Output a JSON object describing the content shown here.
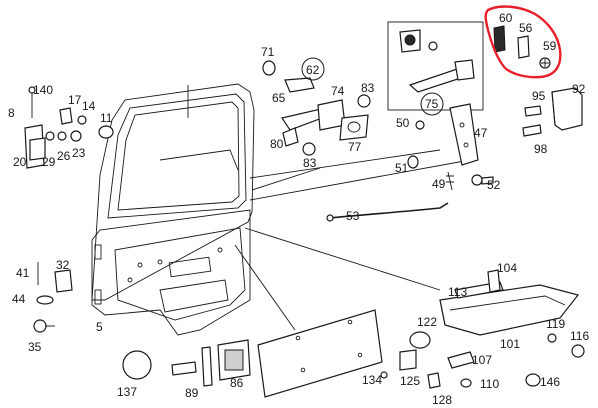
{
  "diagram": {
    "labels": [
      "140",
      "8",
      "17",
      "14",
      "11",
      "20",
      "29",
      "26",
      "23",
      "71",
      "62",
      "65",
      "74",
      "80",
      "83",
      "83",
      "77",
      "60",
      "56",
      "59",
      "75",
      "92",
      "95",
      "98",
      "50",
      "47",
      "51",
      "49",
      "52",
      "53",
      "41",
      "32",
      "44",
      "35",
      "5",
      "104",
      "113",
      "122",
      "119",
      "116",
      "101",
      "107",
      "134",
      "125",
      "128",
      "110",
      "146",
      "137",
      "89",
      "86"
    ],
    "highlight_color": "#e8202a",
    "highlighted_group": [
      "60",
      "56",
      "59"
    ]
  }
}
